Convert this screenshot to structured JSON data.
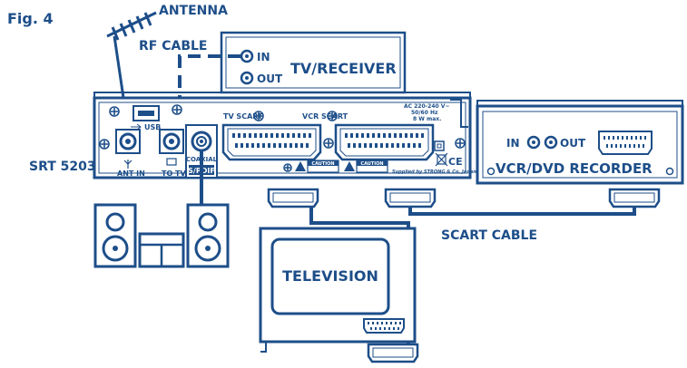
{
  "figure": {
    "number": "Fig. 4",
    "labels": {
      "antenna": "ANTENNA",
      "rf_cable": "RF CABLE",
      "model": "SRT 5203",
      "scart_cable": "SCART CABLE"
    }
  },
  "receiver_panel": {
    "usb": "USB",
    "ant_in": "ANT IN",
    "to_tv": "TO TV",
    "coaxial": "COAXIAL",
    "spdif": "S/PDIF",
    "tv_scart": "TV SCART",
    "vcr_scart": "VCR SCART",
    "power_rating": [
      "AC 220-240 V~",
      "50/60 Hz",
      "8 W max."
    ],
    "caution_1": "CAUTION",
    "caution_2": "CAUTION",
    "supplier": "Supplied by STRONG & Co. Japan",
    "ce_mark": "CE"
  },
  "devices": {
    "tv_receiver": {
      "label": "TV/RECEIVER",
      "in": "IN",
      "out": "OUT"
    },
    "vcr_dvd": {
      "label": "VCR/DVD RECORDER",
      "in": "IN",
      "out": "OUT"
    },
    "television": {
      "label": "TELEVISION"
    }
  },
  "colors": {
    "ink": "#1d4e89",
    "paper": "#ffffff"
  }
}
